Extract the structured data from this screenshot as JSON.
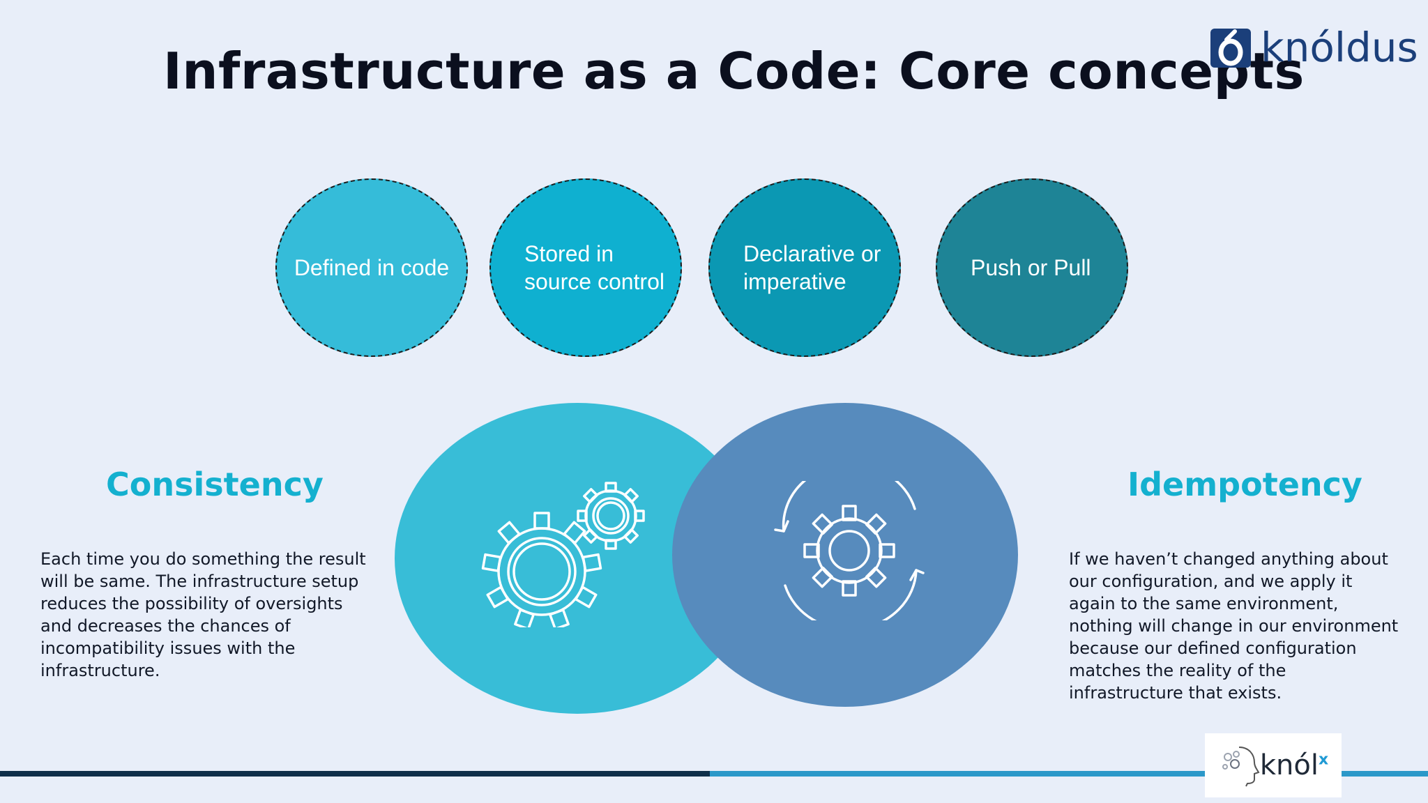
{
  "slide": {
    "title": "Infrastructure as a Code: Core concepts"
  },
  "brand": {
    "logo_text": "knóldus",
    "footer_logo_text": "knól",
    "footer_logo_sup": "x"
  },
  "concepts": [
    {
      "lines": [
        "Defined in code"
      ]
    },
    {
      "lines": [
        "Stored in",
        "source control"
      ]
    },
    {
      "lines": [
        "Declarative or",
        "imperative"
      ]
    },
    {
      "lines": [
        "Push or Pull"
      ]
    }
  ],
  "left_section": {
    "heading": "Consistency",
    "body": "Each time you do something the result will be same. The infrastructure setup reduces the possibility of oversights and decreases the chances of incompatibility issues with the infrastructure."
  },
  "right_section": {
    "heading": "Idempotency",
    "body": "If we haven’t changed anything about our configuration, and we apply it again to the same environment, nothing will change in our environment because our defined configuration matches the reality of the infrastructure that exists."
  },
  "icons": {
    "left_circle": "gears-icon",
    "right_circle": "gear-refresh-icon"
  },
  "colors": {
    "background": "#e8eef9",
    "concept_1": "#35bcd9",
    "concept_2": "#0fb0d0",
    "concept_3": "#0b98b3",
    "concept_4": "#1e8496",
    "venn_left": "#38bdd7",
    "venn_right": "#578bbd",
    "heading_accent": "#14b0cf"
  }
}
